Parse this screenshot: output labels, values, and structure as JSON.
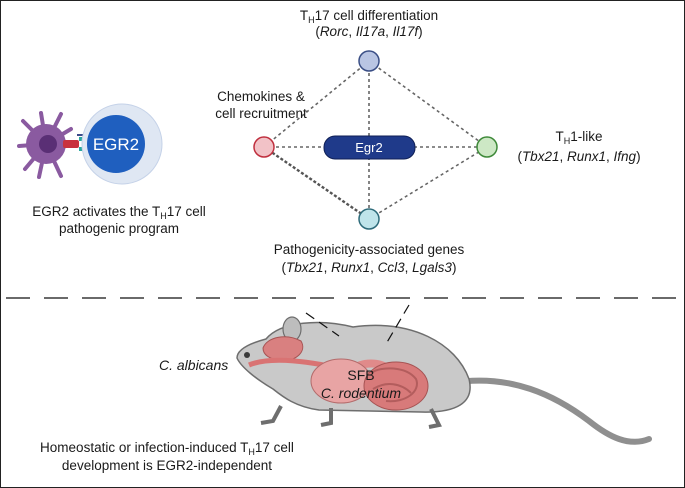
{
  "top_labels": {
    "th17_differentiation": {
      "prefix": "T",
      "sub": "H",
      "suffix": "17 cell differentiation"
    },
    "th17_genes": {
      "open": "(",
      "g1": "Rorc",
      "sep1": ", ",
      "g2": "Il17a",
      "sep2": ", ",
      "g3": "Il17f",
      "close": ")"
    },
    "chemokines_line1": "Chemokines &",
    "chemokines_line2": "cell recruitment",
    "hub_label": "Egr2",
    "th1_like": {
      "prefix": "T",
      "sub": "H",
      "suffix": "1-like"
    },
    "th1_genes": {
      "open": "(",
      "g1": "Tbx21",
      "sep1": ", ",
      "g2": "Runx1",
      "sep2": ", ",
      "g3": "Ifng",
      "close": ")"
    },
    "pathogenicity_title": "Pathogenicity-associated genes",
    "pathogenicity_genes": {
      "open": "(",
      "g1": "Tbx21",
      "sep1": ", ",
      "g2": "Runx1",
      "sep2": ", ",
      "g3": "Ccl3",
      "sep3": ", ",
      "g4": "Lgals3",
      "close": ")"
    }
  },
  "left_panel": {
    "egr2_badge": "EGR2",
    "caption_part1": "EGR2 activates the T",
    "caption_sub": "H",
    "caption_part2": "17 cell",
    "caption_line2": "pathogenic program"
  },
  "bottom_panel": {
    "c_albicans": "C. albicans",
    "sfb": "SFB",
    "c_rodentium": "C. rodentium",
    "caption_part1": "Homeostatic or infection-induced T",
    "caption_sub": "H",
    "caption_part2": "17 cell",
    "caption_line2": "development is EGR2-independent"
  },
  "colors": {
    "node_top": "#b9c5e3",
    "node_left": "#f2c2c7",
    "node_right": "#cde8c5",
    "node_bottom": "#bfe4ea",
    "hub_fill": "#1f3a8a",
    "dendritic_cell": "#8a5aa0",
    "mouse_body": "#c9c9c9"
  }
}
